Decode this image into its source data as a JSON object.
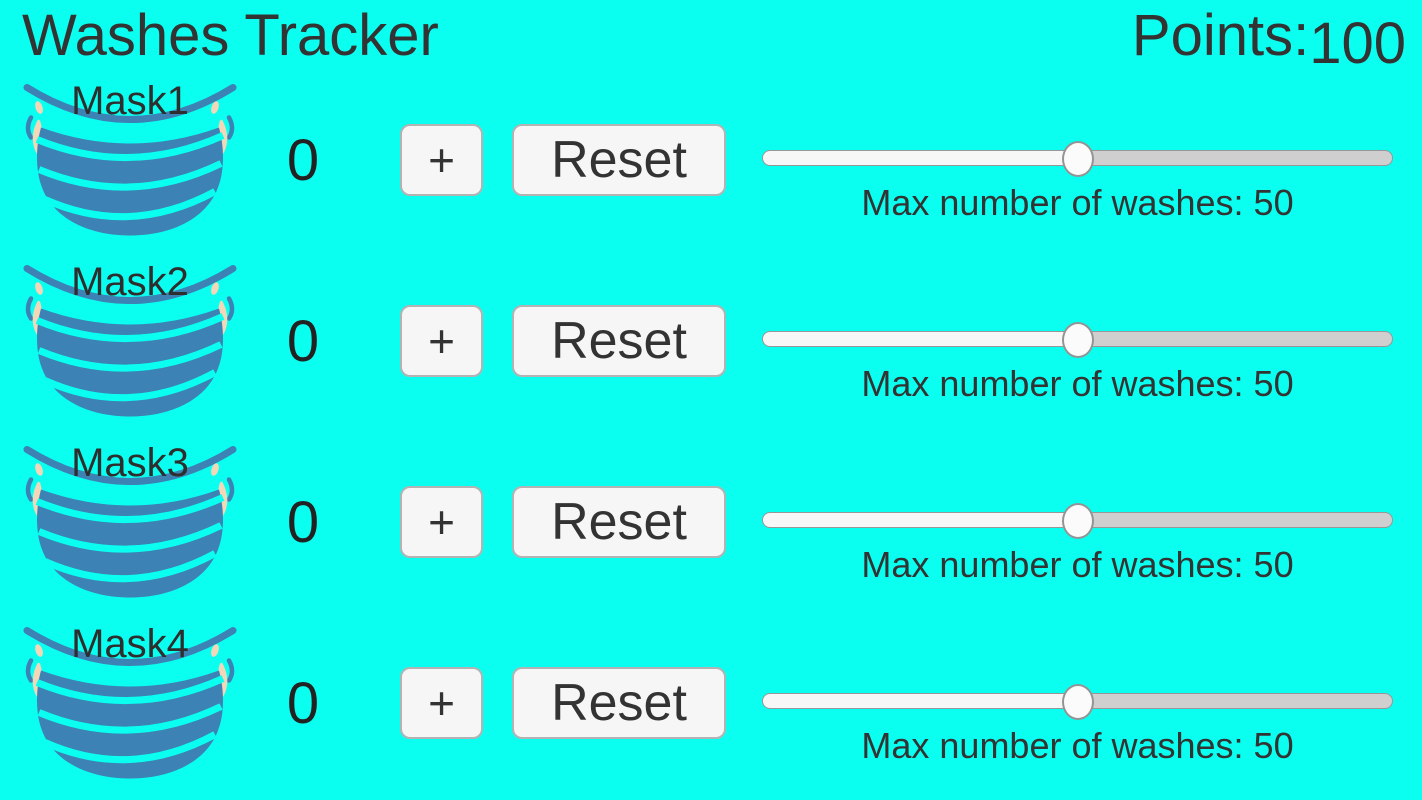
{
  "title": "Washes Tracker",
  "points": {
    "label": "Points:",
    "value": "100"
  },
  "colors": {
    "background": "#0afff0",
    "mask_blue": "#3c82b4",
    "mask_strap_beige": "#f2d8b8",
    "button_bg": "#f6f6f6",
    "button_border": "#b3b3b3",
    "slider_fill": "#f7f7f7",
    "slider_track_empty": "#cfcfcf",
    "text": "#333333"
  },
  "rows": [
    {
      "mask_label": "Mask1",
      "count": "0",
      "plus_label": "+",
      "reset_label": "Reset",
      "slider_percent": 50,
      "max_washes_label": "Max number of washes: 50"
    },
    {
      "mask_label": "Mask2",
      "count": "0",
      "plus_label": "+",
      "reset_label": "Reset",
      "slider_percent": 50,
      "max_washes_label": "Max number of washes: 50"
    },
    {
      "mask_label": "Mask3",
      "count": "0",
      "plus_label": "+",
      "reset_label": "Reset",
      "slider_percent": 50,
      "max_washes_label": "Max number of washes: 50"
    },
    {
      "mask_label": "Mask4",
      "count": "0",
      "plus_label": "+",
      "reset_label": "Reset",
      "slider_percent": 50,
      "max_washes_label": "Max number of washes: 50"
    }
  ]
}
